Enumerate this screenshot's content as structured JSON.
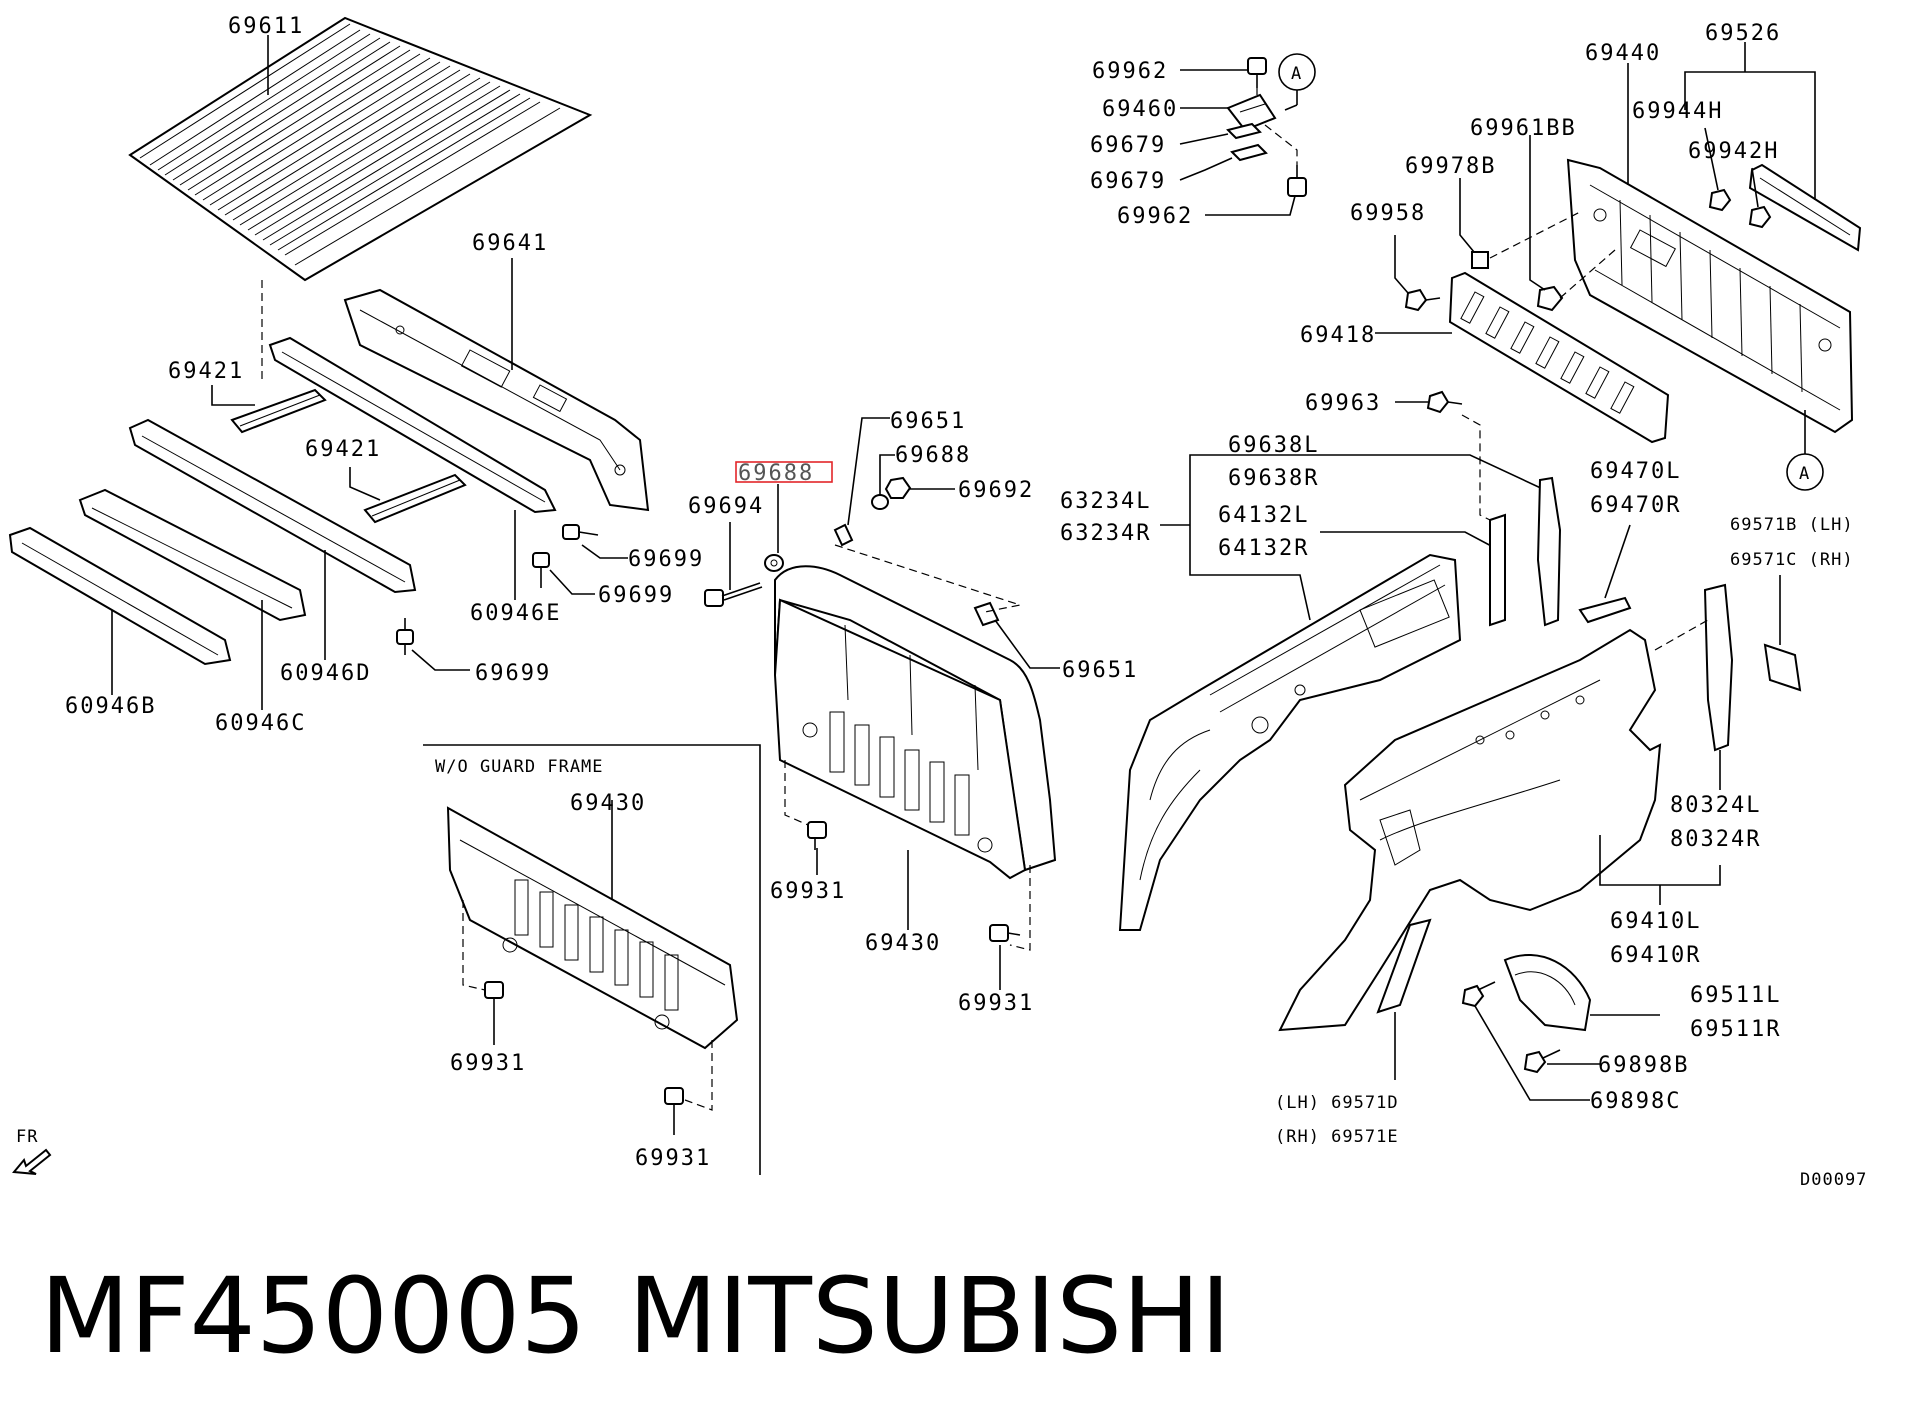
{
  "labels": {
    "l69611": "69611",
    "l69641": "69641",
    "l69421a": "69421",
    "l69421b": "69421",
    "l60946b": "60946B",
    "l60946c": "60946C",
    "l60946d": "60946D",
    "l60946e": "60946E",
    "l69699a": "69699",
    "l69699b": "69699",
    "l69699c": "69699",
    "l69694": "69694",
    "l69688a": "69688",
    "l69688b": "69688",
    "l69651a": "69651",
    "l69651b": "69651",
    "l69692": "69692",
    "l69430a": "69430",
    "l69430b": "69430",
    "l69931a": "69931",
    "l69931b": "69931",
    "l69931c": "69931",
    "l69931d": "69931",
    "woGuard": "W/O GUARD FRAME",
    "fr": "FR",
    "l69962a": "69962",
    "l69460": "69460",
    "l69679a": "69679",
    "l69679b": "69679",
    "l69962b": "69962",
    "calloutA1": "A",
    "calloutA2": "A",
    "l69440": "69440",
    "l69526": "69526",
    "l69944h": "69944H",
    "l69942h": "69942H",
    "l69961bb": "69961BB",
    "l69978b": "69978B",
    "l69958": "69958",
    "l69418": "69418",
    "l69963": "69963",
    "l69638l": "69638L",
    "l69638r": "69638R",
    "l63234l": "63234L",
    "l63234r": "63234R",
    "l64132l": "64132L",
    "l64132r": "64132R",
    "l69470l": "69470L",
    "l69470r": "69470R",
    "l69571b": "69571B (LH)",
    "l69571c": "69571C (RH)",
    "l80324l": "80324L",
    "l80324r": "80324R",
    "l69410l": "69410L",
    "l69410r": "69410R",
    "l69511l": "69511L",
    "l69511r": "69511R",
    "l69898b": "69898B",
    "l69898c": "69898C",
    "l69571d": "(LH) 69571D",
    "l69571e": "(RH) 69571E",
    "code": "D00097"
  },
  "caption": {
    "part_number": "MF450005",
    "brand": "MITSUBISHI"
  },
  "highlight_color": "#e3262a"
}
